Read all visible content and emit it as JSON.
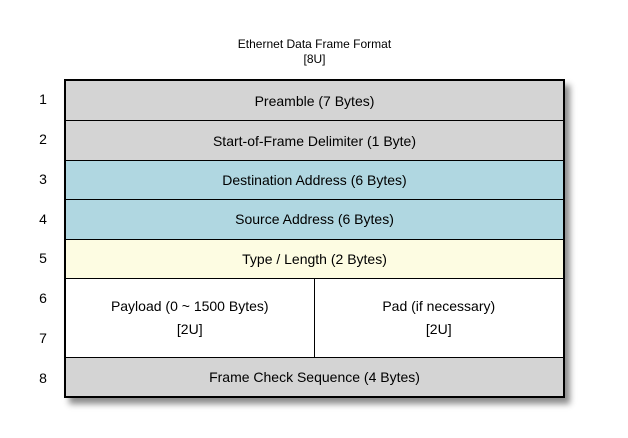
{
  "title": {
    "line1": "Ethernet Data Frame Format",
    "line2": "[8U]"
  },
  "row_numbers": [
    "1",
    "2",
    "3",
    "4",
    "5",
    "6",
    "7",
    "8"
  ],
  "rows": [
    {
      "label": "Preamble (7 Bytes)",
      "color": "#d4d4d4"
    },
    {
      "label": "Start-of-Frame Delimiter (1 Byte)",
      "color": "#d4d4d4"
    },
    {
      "label": "Destination Address (6 Bytes)",
      "color": "#b0d7e1"
    },
    {
      "label": "Source Address (6 Bytes)",
      "color": "#b0d7e1"
    },
    {
      "label": "Type / Length (2 Bytes)",
      "color": "#fdfce2"
    },
    {
      "color": "#ffffff",
      "cells": [
        {
          "line1": "Payload (0 ~ 1500 Bytes)",
          "line2": "[2U]"
        },
        {
          "line1": "Pad (if necessary)",
          "line2": "[2U]"
        }
      ]
    },
    {
      "label": "Frame Check Sequence (4 Bytes)",
      "color": "#d4d4d4"
    }
  ],
  "colors": {
    "gray": "#d4d4d4",
    "blue": "#b0d7e1",
    "yellow": "#fdfce2",
    "white": "#ffffff",
    "border": "#000000",
    "background": "#ffffff"
  }
}
